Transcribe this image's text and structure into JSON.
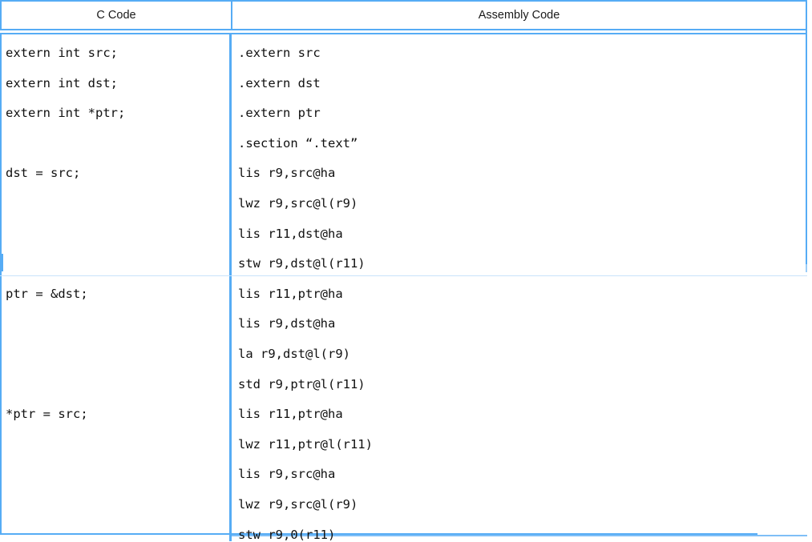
{
  "table": {
    "headers": {
      "c_code": "C Code",
      "assembly_code": "Assembly Code"
    },
    "border_color": "#56ACF5",
    "text_color": "#111111",
    "groups": [
      {
        "c_lines": [
          "extern int src;",
          "extern int dst;",
          "extern int *ptr;",
          "",
          "dst = src;"
        ],
        "asm_lines": [
          ".extern src",
          ".extern dst",
          ".extern ptr",
          ".section “.text”",
          "lis r9,src@ha",
          "lwz r9,src@l(r9)",
          "lis r11,dst@ha",
          "stw r9,dst@l(r11)"
        ]
      },
      {
        "c_lines": [
          "ptr = &dst;"
        ],
        "asm_lines": [
          "lis r11,ptr@ha",
          "lis r9,dst@ha",
          "la r9,dst@l(r9)",
          "std r9,ptr@l(r11)"
        ]
      },
      {
        "c_lines": [
          "*ptr = src;"
        ],
        "asm_lines": [
          "lis r11,ptr@ha",
          "lwz r11,ptr@l(r11)",
          "lis r9,src@ha",
          "lwz r9,src@l(r9)",
          "stw r9,0(r11)"
        ]
      }
    ]
  }
}
